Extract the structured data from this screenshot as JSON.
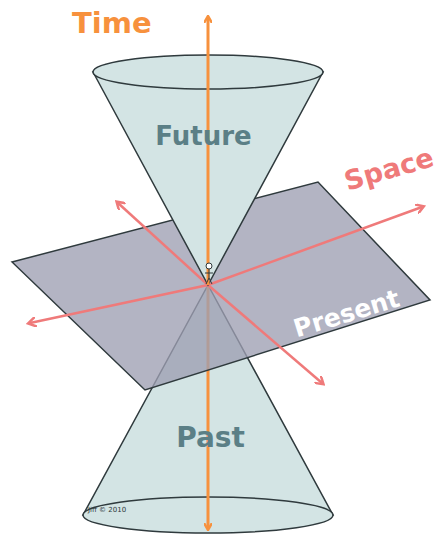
{
  "diagram": {
    "nodes": [
      {
        "text": [
          "Future"
        ]
      },
      {
        "text": [
          "Present"
        ]
      },
      {
        "text": [
          "Past"
        ]
      }
    ],
    "labels": [
      "Time",
      "Space",
      "Jiff © 2010"
    ]
  }
}
